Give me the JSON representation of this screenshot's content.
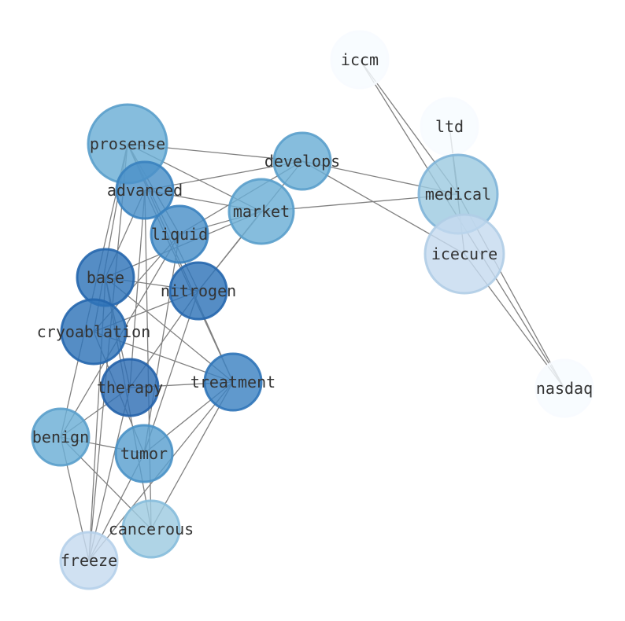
{
  "nodes": [
    {
      "id": "iccm",
      "label": "iccm",
      "color": "#f7fbff",
      "stroke": "#f7fbff",
      "size": "small"
    },
    {
      "id": "ltd",
      "label": "ltd",
      "color": "#f7fbff",
      "stroke": "#f7fbff",
      "size": "small"
    },
    {
      "id": "medical",
      "label": "medical",
      "color": "#9ecae1",
      "stroke": "#7fb4d8",
      "size": "large"
    },
    {
      "id": "icecure",
      "label": "icecure",
      "color": "#c6dbef",
      "stroke": "#b0cde6",
      "size": "large"
    },
    {
      "id": "nasdaq",
      "label": "nasdaq",
      "color": "#f7fbff",
      "stroke": "#f7fbff",
      "size": "small"
    },
    {
      "id": "prosense",
      "label": "prosense",
      "color": "#6baed6",
      "stroke": "#5a9fcb",
      "size": "large"
    },
    {
      "id": "develops",
      "label": "develops",
      "color": "#6baed6",
      "stroke": "#5a9fcb",
      "size": "small"
    },
    {
      "id": "advanced",
      "label": "advanced",
      "color": "#4a90c8",
      "stroke": "#3a82bf",
      "size": "small"
    },
    {
      "id": "market",
      "label": "market",
      "color": "#6baed6",
      "stroke": "#5a9fcb",
      "size": "medium"
    },
    {
      "id": "liquid",
      "label": "liquid",
      "color": "#4a90c8",
      "stroke": "#3a82bf",
      "size": "small"
    },
    {
      "id": "base",
      "label": "base",
      "color": "#2f74b8",
      "stroke": "#2566ad",
      "size": "small"
    },
    {
      "id": "nitrogen",
      "label": "nitrogen",
      "color": "#2f74b8",
      "stroke": "#2566ad",
      "size": "small"
    },
    {
      "id": "cryoablation",
      "label": "cryoablation",
      "color": "#2f74b8",
      "stroke": "#2566ad",
      "size": "medium"
    },
    {
      "id": "therapy",
      "label": "therapy",
      "color": "#2f6fb5",
      "stroke": "#2462aa",
      "size": "small"
    },
    {
      "id": "treatment",
      "label": "treatment",
      "color": "#3d82c2",
      "stroke": "#2f74b8",
      "size": "small"
    },
    {
      "id": "benign",
      "label": "benign",
      "color": "#6baed6",
      "stroke": "#5a9fcb",
      "size": "small"
    },
    {
      "id": "tumor",
      "label": "tumor",
      "color": "#5aa0d0",
      "stroke": "#4a92c6",
      "size": "small"
    },
    {
      "id": "cancerous",
      "label": "cancerous",
      "color": "#9ecae1",
      "stroke": "#86bcdb",
      "size": "small"
    },
    {
      "id": "freeze",
      "label": "freeze",
      "color": "#c6dbef",
      "stroke": "#b5d0ea",
      "size": "small"
    }
  ],
  "edges": [
    [
      "iccm",
      "medical"
    ],
    [
      "iccm",
      "nasdaq"
    ],
    [
      "ltd",
      "medical"
    ],
    [
      "ltd",
      "icecure"
    ],
    [
      "medical",
      "nasdaq"
    ],
    [
      "medical",
      "develops"
    ],
    [
      "medical",
      "market"
    ],
    [
      "icecure",
      "nasdaq"
    ],
    [
      "icecure",
      "develops"
    ],
    [
      "prosense",
      "develops"
    ],
    [
      "prosense",
      "market"
    ],
    [
      "prosense",
      "nitrogen"
    ],
    [
      "prosense",
      "treatment"
    ],
    [
      "prosense",
      "cryoablation"
    ],
    [
      "prosense",
      "benign"
    ],
    [
      "prosense",
      "freeze"
    ],
    [
      "prosense",
      "liquid"
    ],
    [
      "develops",
      "advanced"
    ],
    [
      "develops",
      "liquid"
    ],
    [
      "develops",
      "nitrogen"
    ],
    [
      "advanced",
      "market"
    ],
    [
      "advanced",
      "base"
    ],
    [
      "advanced",
      "treatment"
    ],
    [
      "advanced",
      "therapy"
    ],
    [
      "advanced",
      "cancerous"
    ],
    [
      "market",
      "liquid"
    ],
    [
      "market",
      "base"
    ],
    [
      "market",
      "nitrogen"
    ],
    [
      "liquid",
      "cryoablation"
    ],
    [
      "liquid",
      "benign"
    ],
    [
      "liquid",
      "tumor"
    ],
    [
      "base",
      "nitrogen"
    ],
    [
      "base",
      "therapy"
    ],
    [
      "base",
      "treatment"
    ],
    [
      "base",
      "cancerous"
    ],
    [
      "base",
      "freeze"
    ],
    [
      "nitrogen",
      "cryoablation"
    ],
    [
      "nitrogen",
      "therapy"
    ],
    [
      "nitrogen",
      "tumor"
    ],
    [
      "cryoablation",
      "treatment"
    ],
    [
      "cryoablation",
      "tumor"
    ],
    [
      "therapy",
      "treatment"
    ],
    [
      "therapy",
      "benign"
    ],
    [
      "therapy",
      "freeze"
    ],
    [
      "treatment",
      "tumor"
    ],
    [
      "treatment",
      "cancerous"
    ],
    [
      "treatment",
      "freeze"
    ],
    [
      "benign",
      "tumor"
    ],
    [
      "benign",
      "cancerous"
    ],
    [
      "benign",
      "freeze"
    ],
    [
      "tumor",
      "freeze"
    ]
  ]
}
